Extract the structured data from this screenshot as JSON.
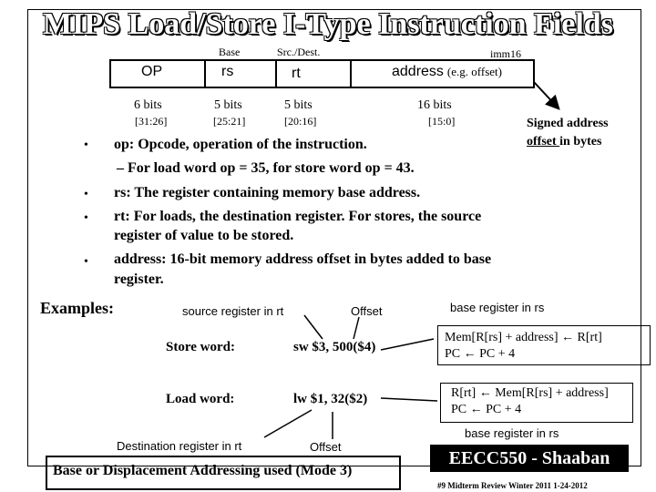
{
  "title": "MIPS Load/Store I-Type Instruction Fields",
  "field_headers": {
    "base": "Base",
    "src_dest": "Src./Dest.",
    "imm16": "imm16"
  },
  "fields": [
    {
      "name": "OP",
      "bits": "6 bits",
      "range": "[31:26]"
    },
    {
      "name": "rs",
      "bits": "5 bits",
      "range": "[25:21]"
    },
    {
      "name": "rt",
      "bits": "5 bits",
      "range": "[20:16]"
    },
    {
      "name": "address",
      "note": "(e.g. offset)",
      "bits": "16  bits",
      "range": "[15:0]"
    }
  ],
  "signed_note": {
    "line1": "Signed address",
    "line2_u": "offset ",
    "line2_rest": "in bytes"
  },
  "bullets": [
    {
      "line1": "op: Opcode, operation of the instruction.",
      "sub": "–  For load word op = 35,  for store word op = 43."
    },
    {
      "line1": "rs: The register containing memory base address."
    },
    {
      "line1": "rt: For loads, the destination register.  For stores, the source",
      "line2": "register of value to be stored."
    },
    {
      "line1": "address:  16-bit memory address offset in bytes added to base",
      "line2": "register."
    }
  ],
  "examples": {
    "label": "Examples:",
    "source_reg_label": "source register in rt",
    "offset_label_top": "Offset",
    "store_label": "Store word:",
    "store_code": "sw $3, 500($4)",
    "load_label": "Load word:",
    "load_code": "lw $1, 32($2)",
    "dest_reg_label": "Destination register in rt",
    "offset_label_bottom": "Offset",
    "base_reg_top": "base register in rs",
    "store_box": {
      "l1": "Mem[R[rs] + address]  ← R[rt]",
      "l2": "PC  ←  PC + 4"
    },
    "load_box": {
      "l1": "R[rt]  ← Mem[R[rs] + address]",
      "l2": "PC  ←  PC + 4"
    },
    "base_reg_bottom": "base register in rs"
  },
  "mode_label": "Base or Displacement Addressing used (Mode 3)",
  "brand": "EECC550 - Shaaban",
  "footer": "#9   Midterm Review   Winter 2011  1-24-2012"
}
